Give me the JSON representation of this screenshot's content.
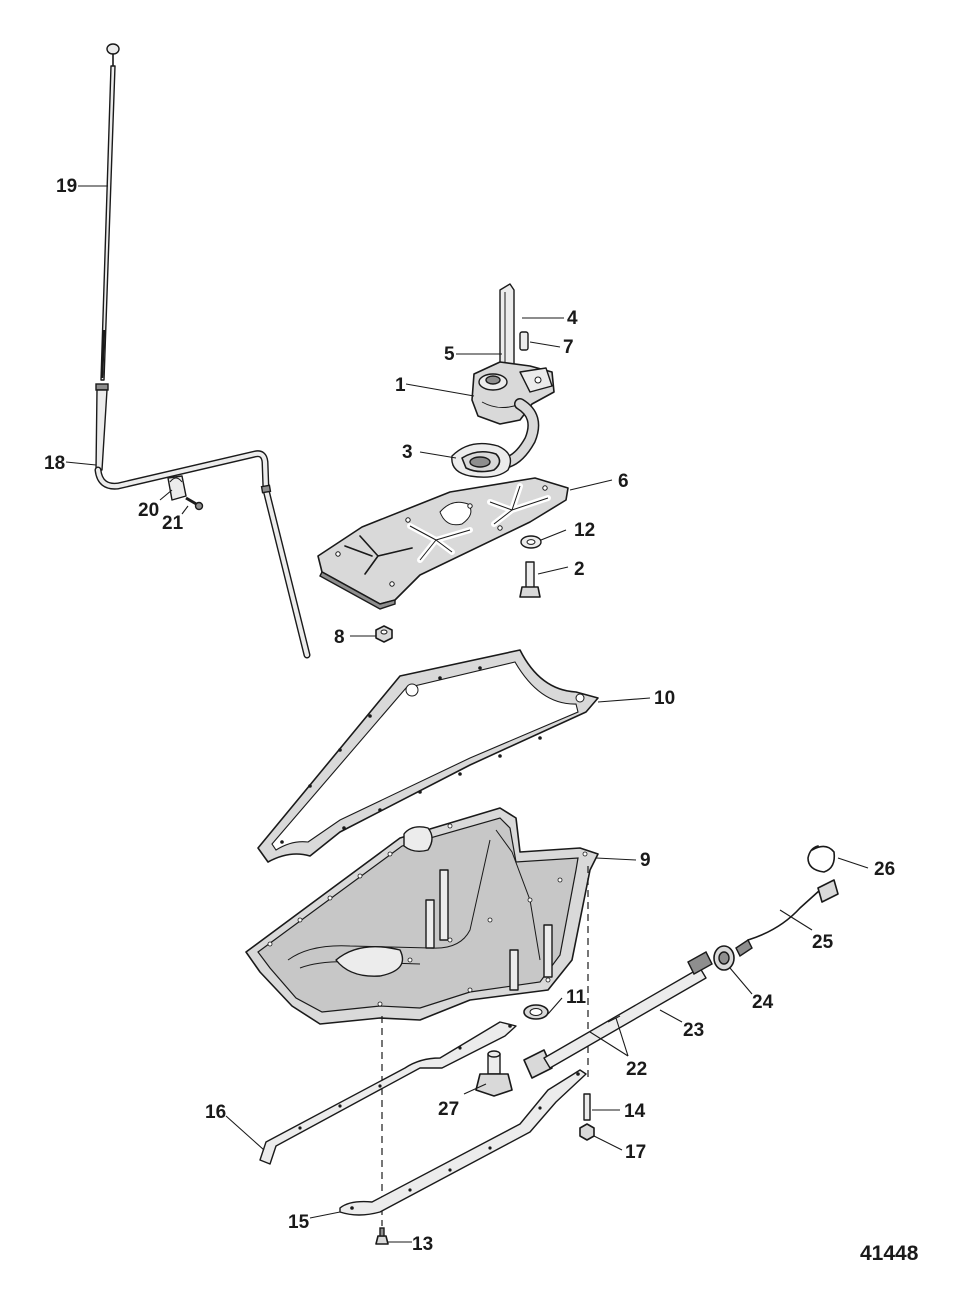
{
  "figure_number": "41448",
  "callouts": {
    "c1": "1",
    "c2": "2",
    "c3": "3",
    "c4": "4",
    "c5": "5",
    "c6": "6",
    "c7": "7",
    "c8": "8",
    "c9": "9",
    "c10": "10",
    "c11": "11",
    "c12": "12",
    "c13": "13",
    "c14": "14",
    "c15": "15",
    "c16": "16",
    "c17": "17",
    "c18": "18",
    "c19": "19",
    "c20": "20",
    "c21": "21",
    "c22": "22",
    "c23": "23",
    "c24": "24",
    "c25": "25",
    "c26": "26",
    "c27": "27"
  }
}
